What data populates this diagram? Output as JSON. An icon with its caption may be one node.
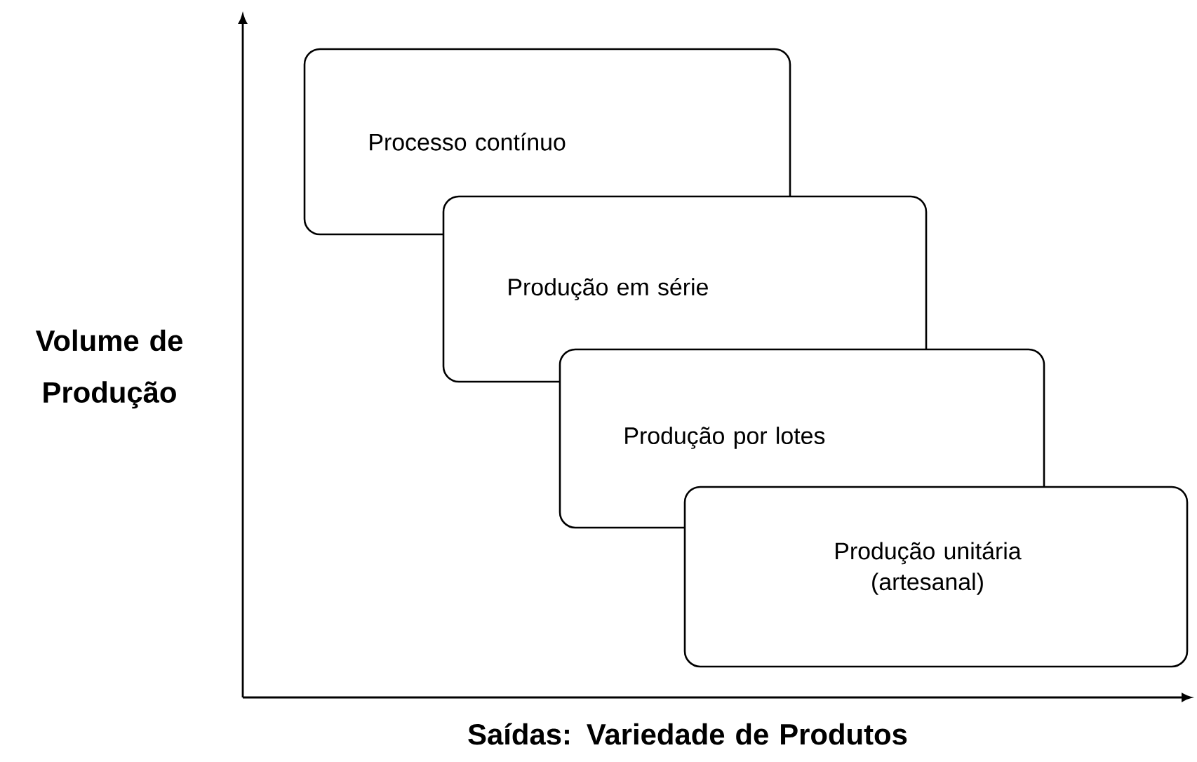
{
  "diagram": {
    "nodes": [
      {
        "text": [
          "Processo contínuo"
        ]
      },
      {
        "text": [
          "Produção em série"
        ]
      },
      {
        "text": [
          "Produção por lotes"
        ]
      },
      {
        "text": [
          "Produção unitária (artesanal)"
        ]
      }
    ],
    "labels": [
      "Volume de Produção",
      "Saídas: Variedade de Produtos"
    ]
  }
}
